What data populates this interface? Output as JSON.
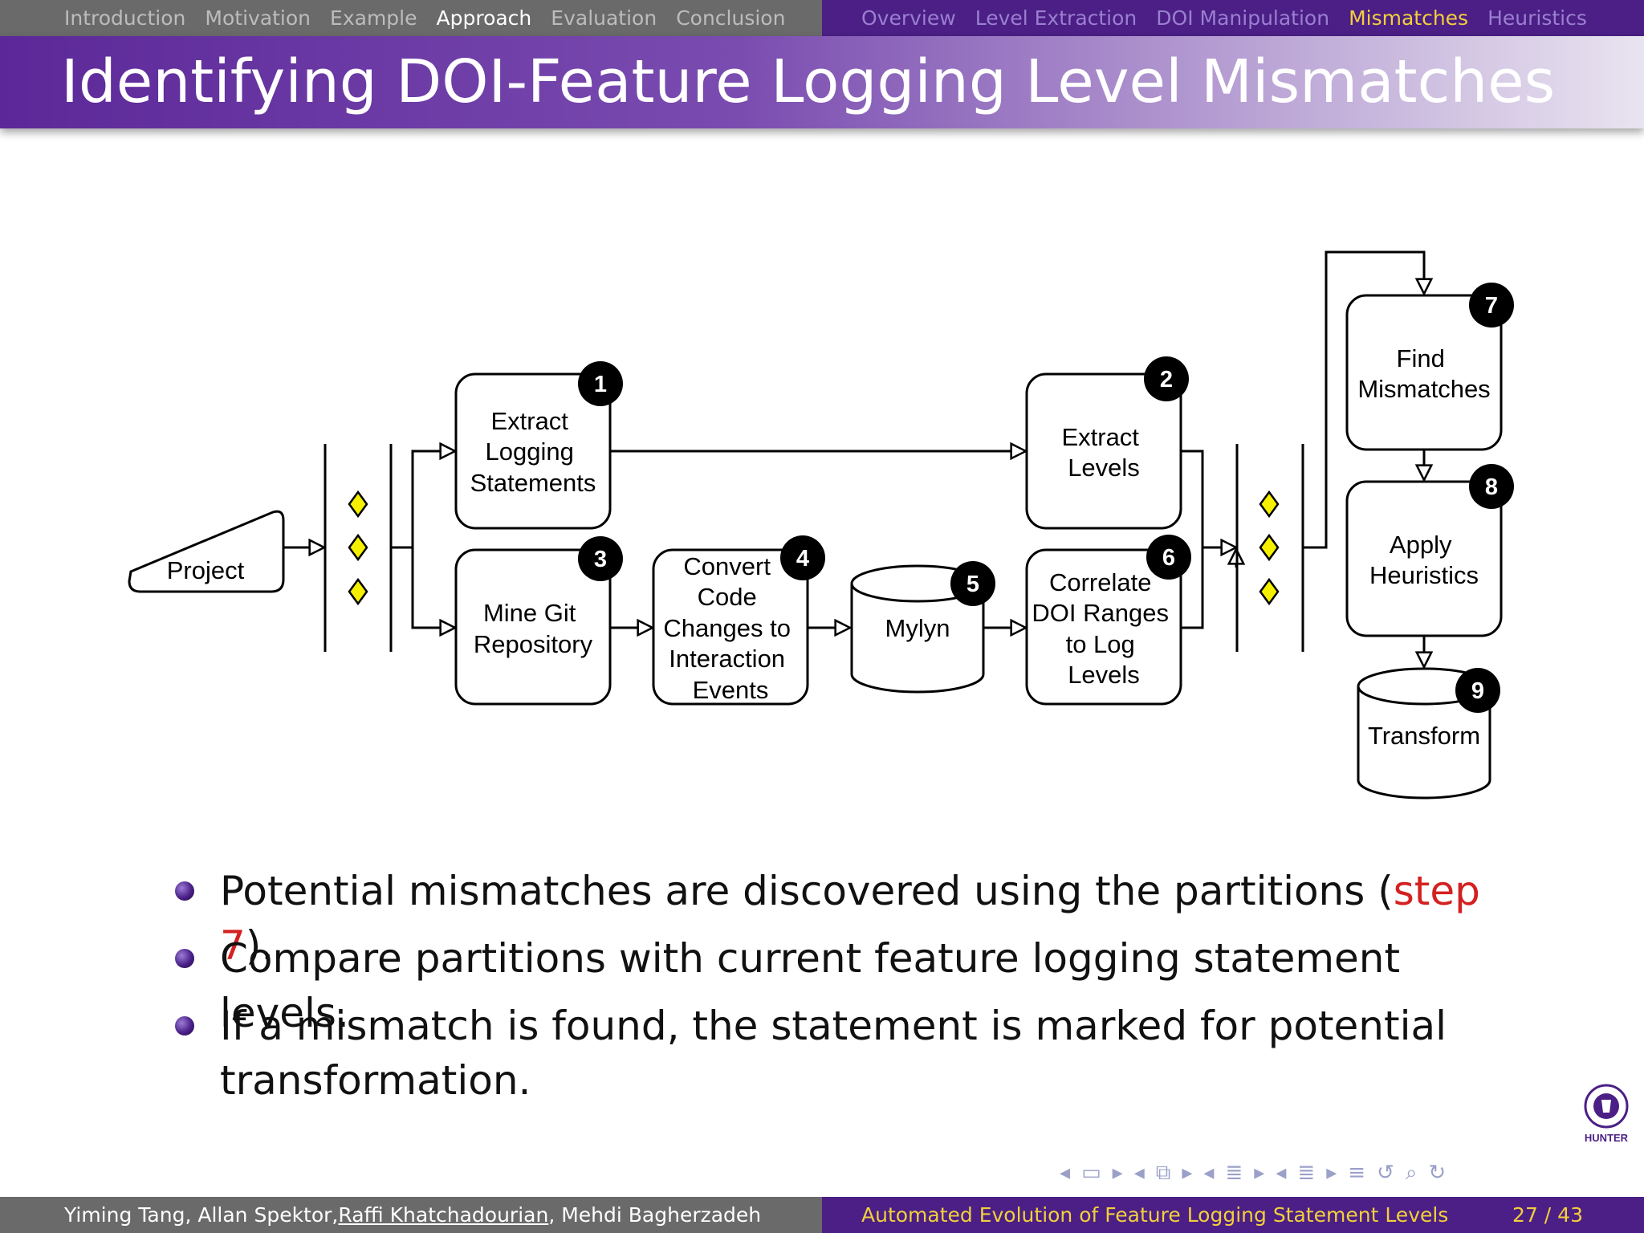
{
  "nav": {
    "sections": [
      "Introduction",
      "Motivation",
      "Example",
      "Approach",
      "Evaluation",
      "Conclusion"
    ],
    "subsections": [
      "Overview",
      "Level Extraction",
      "DOI Manipulation",
      "Mismatches",
      "Heuristics"
    ]
  },
  "title": "Identifying DOI-Feature Logging Level Mismatches",
  "diagram": {
    "project": "Project",
    "nodes": {
      "extract_logging": [
        "Extract",
        "Logging",
        "Statements"
      ],
      "mine_git": [
        "Mine Git",
        "Repository"
      ],
      "convert": [
        "Convert",
        "Code",
        "Changes to",
        "Interaction",
        "Events"
      ],
      "mylyn": "Mylyn",
      "extract_levels": [
        "Extract",
        "Levels"
      ],
      "correlate": [
        "Correlate",
        "DOI Ranges",
        "to Log",
        "Levels"
      ],
      "find": [
        "Find",
        "Mismatches"
      ],
      "apply": [
        "Apply",
        "Heuristics"
      ],
      "transform": "Transform"
    },
    "badges": [
      "1",
      "2",
      "3",
      "4",
      "5",
      "6",
      "7",
      "8",
      "9"
    ]
  },
  "bullets": {
    "b1_pre": "Potential mismatches are discovered using the partitions (",
    "b1_red": "step 7",
    "b1_post": ").",
    "b2": "Compare partitions with current feature logging statement levels.",
    "b3_line1": "If a mismatch is found, the statement is marked for potential",
    "b3_line2": "transformation."
  },
  "footer": {
    "authors_pre": "Yiming Tang, Allan Spektor, ",
    "authors_underlined": "Raffi Khatchadourian",
    "authors_post": ", Mehdi Bagherzadeh",
    "talk_title": "Automated Evolution of Feature Logging Statement Levels",
    "page": "27 / 43"
  },
  "logo_text": "HUNTER",
  "colors": {
    "purple_dark": "#4b1f86",
    "gold": "#f2cf3b",
    "gray_bar": "#6a6a6a",
    "accent_red": "#d42020",
    "diamond_yellow": "#f5f000"
  }
}
